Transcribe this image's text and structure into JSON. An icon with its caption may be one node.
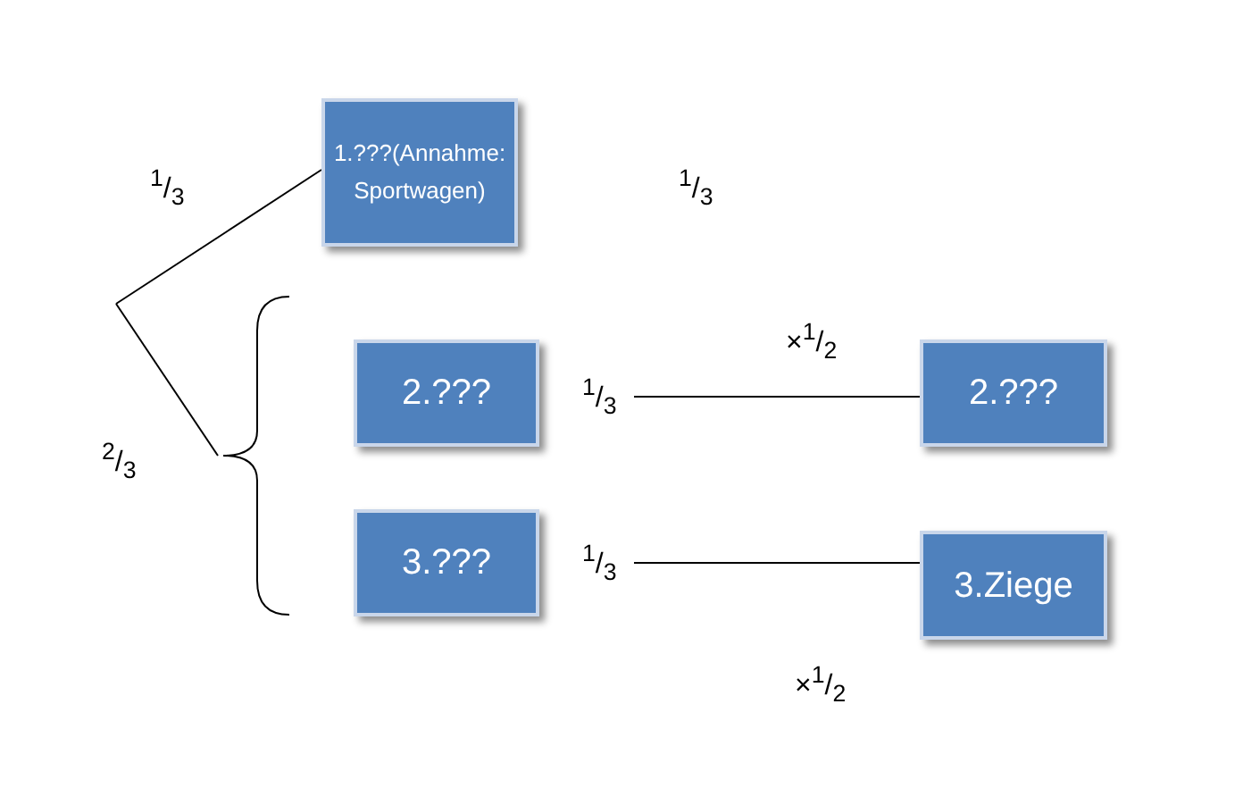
{
  "diagram": {
    "nodes": [
      {
        "text": [
          "1.???(Annahme: Sportwagen)"
        ]
      },
      {
        "text": [],
        "shape": "brace"
      },
      {
        "text": [
          "2.???"
        ]
      },
      {
        "text": [
          "2.???"
        ]
      },
      {
        "text": [
          "3.???"
        ]
      },
      {
        "text": [
          "3.Ziege"
        ]
      },
      {
        "text": [
          "$^{1}$/$_{3}$"
        ]
      },
      {
        "text": [
          "$^{1}$/$_{3}$"
        ]
      }
    ],
    "edges": [
      {
        "from": null,
        "to": 0,
        "arrow": "none"
      },
      {
        "from": null,
        "to": 1,
        "arrow": "none"
      },
      {
        "from": 6,
        "to": 3,
        "arrow": "none"
      },
      {
        "from": 7,
        "to": 5,
        "arrow": "none"
      }
    ],
    "labels": [
      "$^{1}$/$_{3}$",
      "$^{1}$/$_{3}$",
      "×$^{1}$/$_{2}$",
      "$^{2}$/$_{3}$",
      "×$^{1}$/$_{2}$"
    ]
  }
}
